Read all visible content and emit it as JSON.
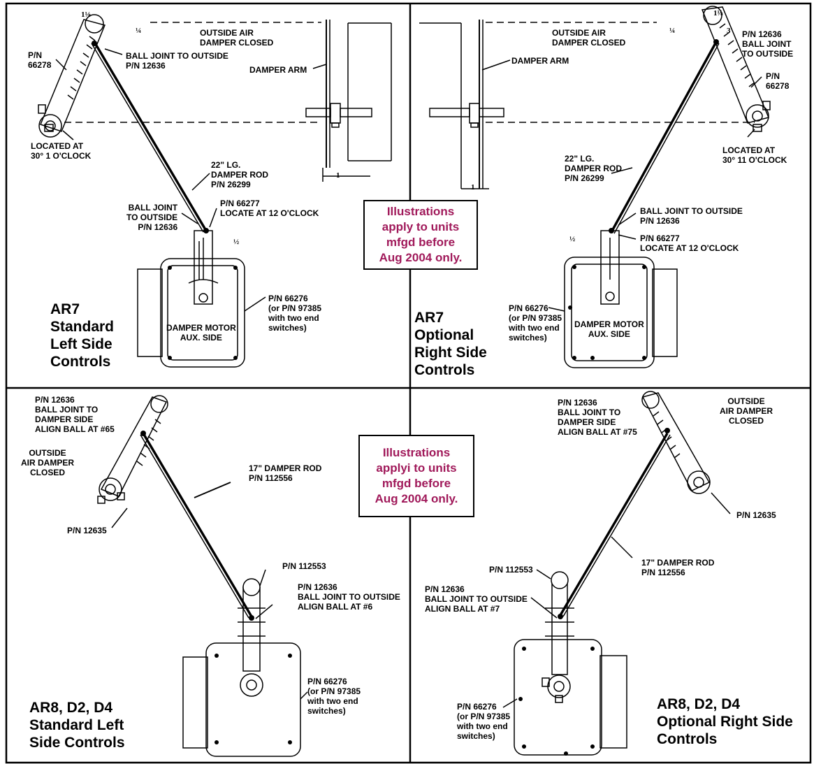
{
  "colors": {
    "ink": "#000000",
    "note_text": "#a0195a",
    "background": "#ffffff"
  },
  "q1": {
    "title": "AR7\nStandard\nLeft Side\nControls",
    "dim_1_1_8": "1⅛",
    "dim_1_4": "¼",
    "dim_1_2": "½",
    "dim_1": "1",
    "outside_air_damper": "OUTSIDE AIR\nDAMPER CLOSED",
    "pn_66278": "P/N\n66278",
    "ball_joint_top": "BALL JOINT TO OUTSIDE\nP/N 12636",
    "damper_arm": "DAMPER ARM",
    "located_at": "LOCATED AT\n30° 1 O'CLOCK",
    "damper_rod": "22\" LG.\nDAMPER ROD\nP/N 26299",
    "ball_joint_bottom": "BALL JOINT\nTO OUTSIDE\nP/N 12636",
    "pn_66277": "P/N 66277\nLOCATE AT 12 O'CLOCK",
    "motor_label": "DAMPER MOTOR\nAUX. SIDE",
    "pn_66276": "P/N 66276\n(or P/N 97385\nwith two end\nswitches)"
  },
  "q2": {
    "title": "AR7\nOptional\nRight Side\nControls",
    "dim_1_1_8": "1⅛",
    "dim_1_4": "¼",
    "dim_1_2": "½",
    "dim_1": "1",
    "dim_3": "3",
    "outside_air_damper": "OUTSIDE AIR\nDAMPER CLOSED",
    "ball_joint_top": "P/N 12636\nBALL JOINT\nTO OUTSIDE",
    "pn_66278": "P/N\n66278",
    "damper_arm": "DAMPER ARM",
    "located_at": "LOCATED AT\n30° 11 O'CLOCK",
    "damper_rod": "22\" LG.\nDAMPER ROD\nP/N 26299",
    "ball_joint_bottom": "BALL JOINT TO OUTSIDE\nP/N 12636",
    "pn_66277": "P/N 66277\nLOCATE AT 12 O'CLOCK",
    "motor_label": "DAMPER MOTOR\nAUX. SIDE",
    "pn_66276": "P/N 66276\n(or P/N 97385\nwith two end\nswitches)"
  },
  "q3": {
    "title": "AR8, D2, D4\nStandard Left\nSide Controls",
    "ball_joint_top": "P/N 12636\nBALL JOINT TO\nDAMPER SIDE\nALIGN BALL AT #65",
    "outside_air_damper": "OUTSIDE\nAIR DAMPER\nCLOSED",
    "damper_rod": "17\" DAMPER ROD\nP/N 112556",
    "pn_12635": "P/N 12635",
    "pn_112553": "P/N 112553",
    "ball_joint_bottom": "P/N 12636\nBALL JOINT TO OUTSIDE\nALIGN BALL AT #6",
    "pn_66276": "P/N 66276\n(or P/N 97385\nwith two end\nswitches)"
  },
  "q4": {
    "title": "AR8, D2, D4\nOptional Right Side\nControls",
    "ball_joint_top": "P/N 12636\nBALL JOINT TO\nDAMPER SIDE\nALIGN BALL AT #75",
    "outside_air_damper": "OUTSIDE\nAIR DAMPER\nCLOSED",
    "pn_12635": "P/N 12635",
    "damper_rod": "17\" DAMPER ROD\nP/N 112556",
    "pn_112553": "P/N 112553",
    "ball_joint_bottom": "P/N 12636\nBALL JOINT TO OUTSIDE\nALIGN BALL AT #7",
    "pn_66276": "P/N 66276\n(or P/N 97385\nwith two end\nswitches)"
  },
  "notes": {
    "top": "Illustrations\napply to units\nmfgd before\nAug 2004 only.",
    "bottom": "Illustrations\napplyi to units\nmfgd before\nAug 2004 only."
  }
}
